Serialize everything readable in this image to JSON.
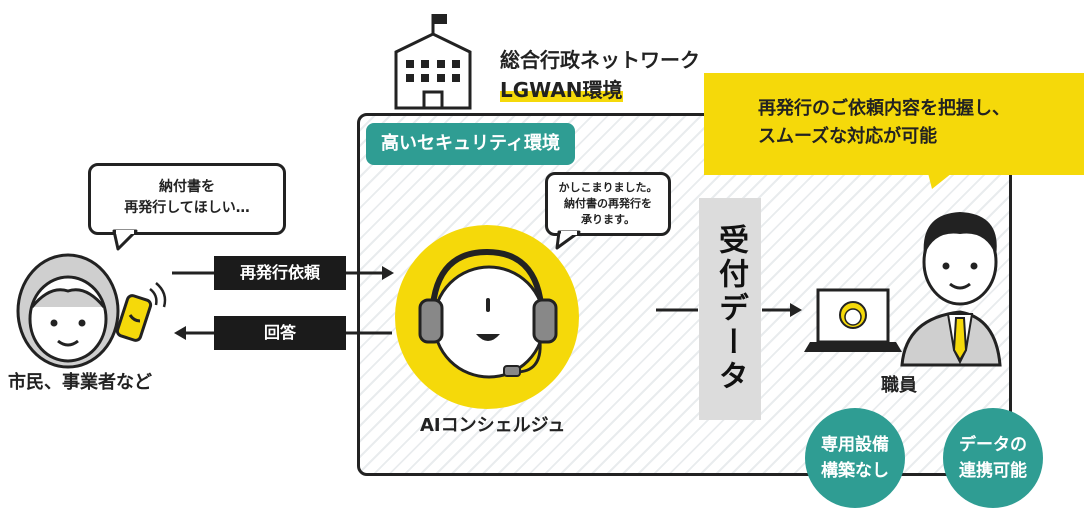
{
  "network": {
    "title": "総合行政ネットワーク",
    "subtitle": "LGWAN環境",
    "security_tag": "高いセキュリティ環境"
  },
  "staff_callout": {
    "lines": [
      "再発行のご依頼内容を把握し、",
      "スムーズな対応が可能"
    ]
  },
  "citizen": {
    "speech": [
      "納付書を",
      "再発行してほしい…"
    ],
    "label": "市民、事業者など"
  },
  "flows": {
    "request": "再発行依頼",
    "answer": "回答",
    "reception": "受付データ"
  },
  "ai": {
    "speech": [
      "かしこまりました。",
      "納付書の再発行を",
      "承ります。"
    ],
    "label": "AIコンシェルジュ"
  },
  "staff": {
    "label": "職員"
  },
  "features": [
    {
      "lines": [
        "専用設備",
        "構築なし"
      ]
    },
    {
      "lines": [
        "データの",
        "連携可能"
      ]
    }
  ],
  "colors": {
    "accent_yellow": "#f5d90a",
    "accent_teal": "#2f9d93",
    "outline": "#222222"
  }
}
